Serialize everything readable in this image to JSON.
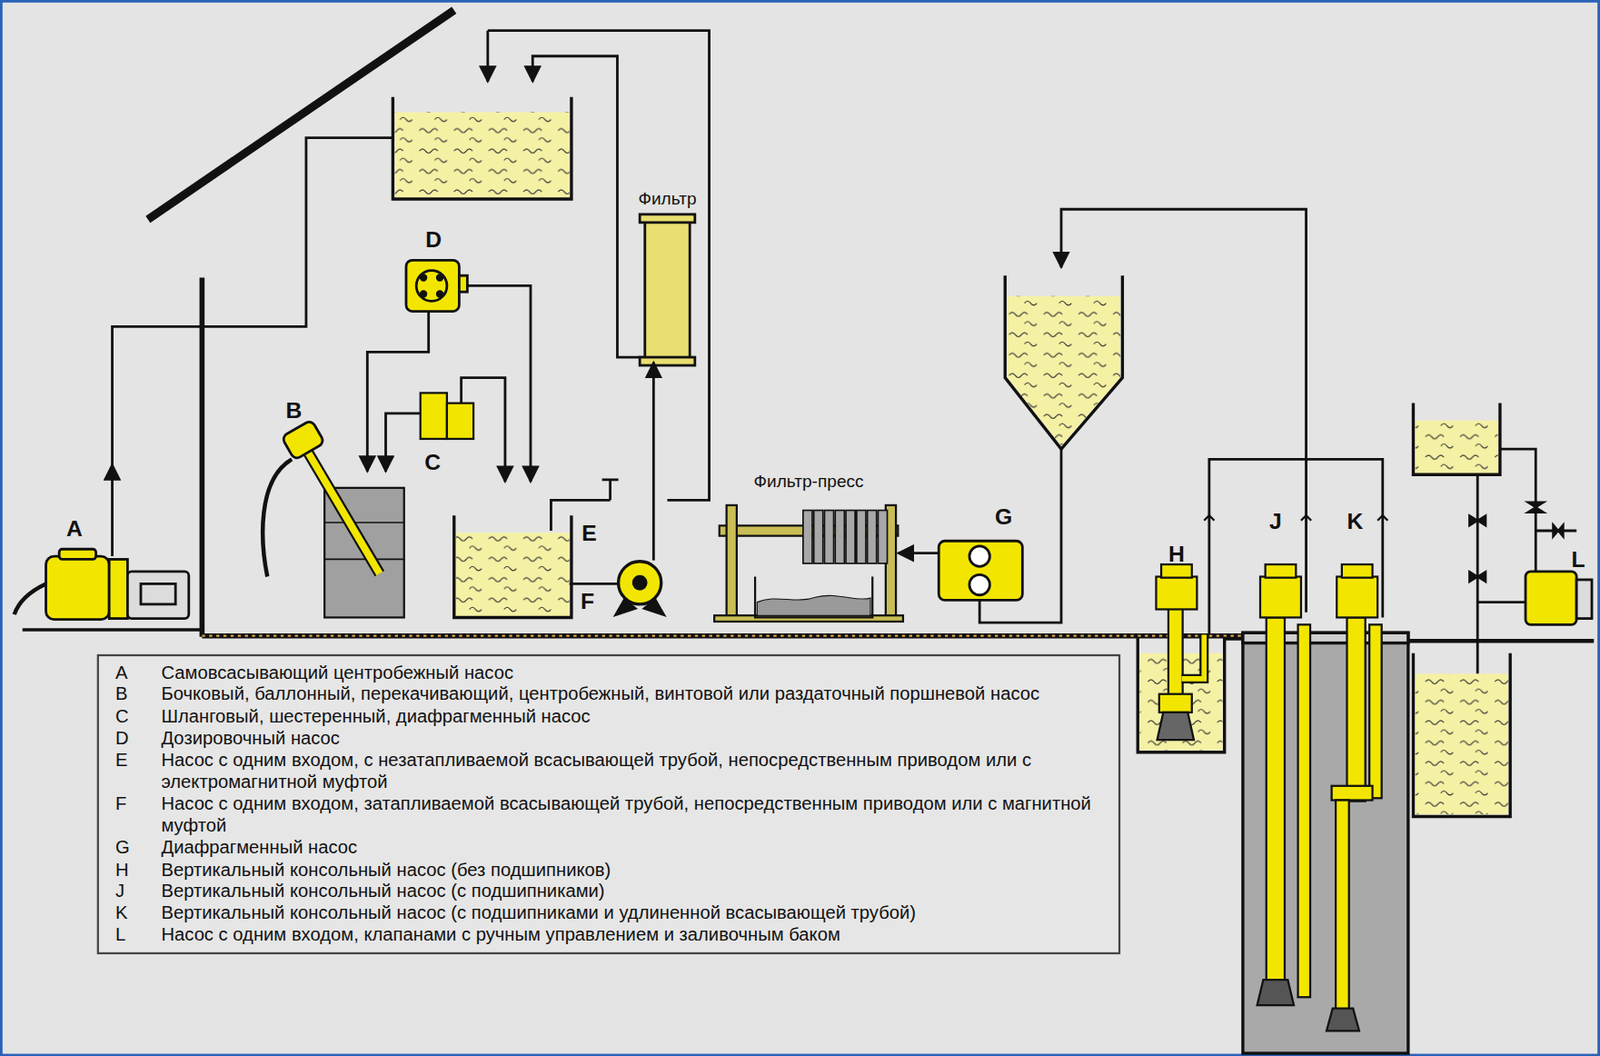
{
  "diagram": {
    "nodes": [
      {
        "text": [
          "Фильтр"
        ]
      },
      {
        "text": [
          "F"
        ]
      },
      {
        "text": [
          "Фильтр-пресс"
        ]
      },
      {
        "text": [
          "G"
        ]
      }
    ],
    "edges": [
      {
        "from": 1,
        "to": 0,
        "arrow": "to"
      },
      {
        "from": 3,
        "to": 2,
        "arrow": "to"
      }
    ],
    "labels": [
      "A",
      "B",
      "C",
      "D",
      "E",
      "H",
      "J",
      "K",
      "L",
      "A",
      "Самовсасывающий центробежный насос",
      "B",
      "Бочковый, баллонный, перекачивающий, центробежный, винтовой или раздаточный поршневой насос",
      "C",
      "Шланговый, шестеренный, диафрагменный насос",
      "D",
      "Дозировочный насос",
      "E",
      "Насос с одним входом, с незатапливаемой всасывающей трубой, непосредственным приводом или с электромагнитной муфтой",
      "F",
      "Насос с одним входом, затапливаемой всасывающей трубой, непосредственным приводом или с магнитной муфтой",
      "G",
      "Диафрагменный насос",
      "H",
      "Вертикальный консольный насос (без подшипников)",
      "J",
      "Вертикальный консольный насос (с подшипниками)",
      "K",
      "Вертикальный консольный насос (с подшипниками и удлиненной всасывающей трубой)",
      "L",
      "Насос с одним входом, клапанами с ручным управлением и заливочным баком"
    ]
  }
}
